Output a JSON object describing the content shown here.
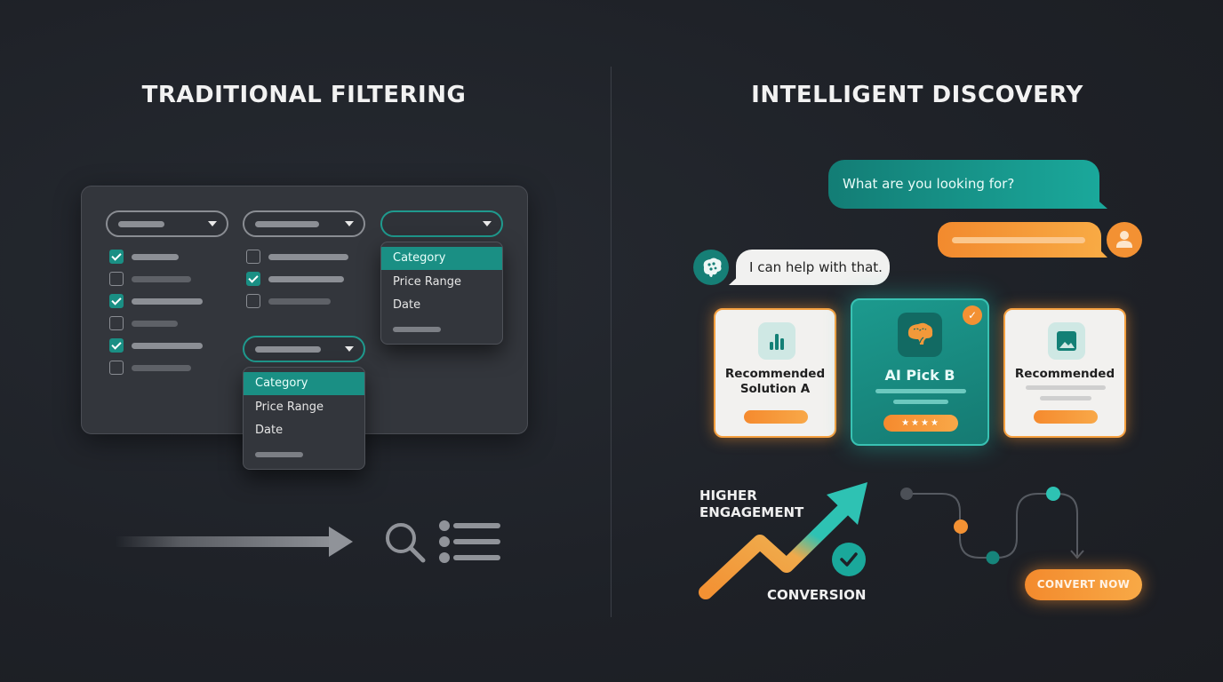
{
  "left": {
    "title": "TRADITIONAL FILTERING",
    "filter_panel": {
      "dropdowns": [
        {
          "state": "collapsed",
          "has_placeholder": true
        },
        {
          "state": "collapsed",
          "has_placeholder": true
        },
        {
          "state": "open",
          "has_placeholder": false
        },
        {
          "state": "open",
          "has_placeholder": true
        }
      ],
      "checkbox_column_1": [
        true,
        false,
        true,
        false,
        true,
        false
      ],
      "checkbox_column_2": [
        false,
        true,
        false
      ],
      "menu_right": {
        "items": [
          "Category",
          "Price Range",
          "Date"
        ],
        "selected": "Category"
      },
      "menu_bottom": {
        "items": [
          "Category",
          "Price Range",
          "Date"
        ],
        "selected": "Category"
      }
    },
    "footer_icons": [
      "arrow-right-icon",
      "search-icon",
      "list-icon"
    ]
  },
  "right": {
    "title": "INTELLIGENT DISCOVERY",
    "chat": {
      "question": "What are you looking for?",
      "bot_reply": "I can help with that.",
      "user_avatar_icon": "user-icon",
      "bot_avatar_icon": "brain-icon"
    },
    "cards": [
      {
        "title_line1": "Recommended",
        "title_line2": "Solution A",
        "icon": "bar-chart-icon"
      },
      {
        "title_line1": "AI Pick B",
        "title_line2": "",
        "icon": "brain-icon",
        "rating": "★★★★",
        "badge": "✓"
      },
      {
        "title_line1": "Recommended",
        "title_line2": "",
        "icon": "image-icon"
      }
    ],
    "metrics": {
      "line1": "HIGHER",
      "line2": "ENGAGEMENT",
      "conversion": "CONVERSION"
    },
    "cta": "CONVERT NOW"
  },
  "colors": {
    "background": "#1e2127",
    "teal": "#1a8f84",
    "orange": "#f39133",
    "panel": "#33363c"
  }
}
